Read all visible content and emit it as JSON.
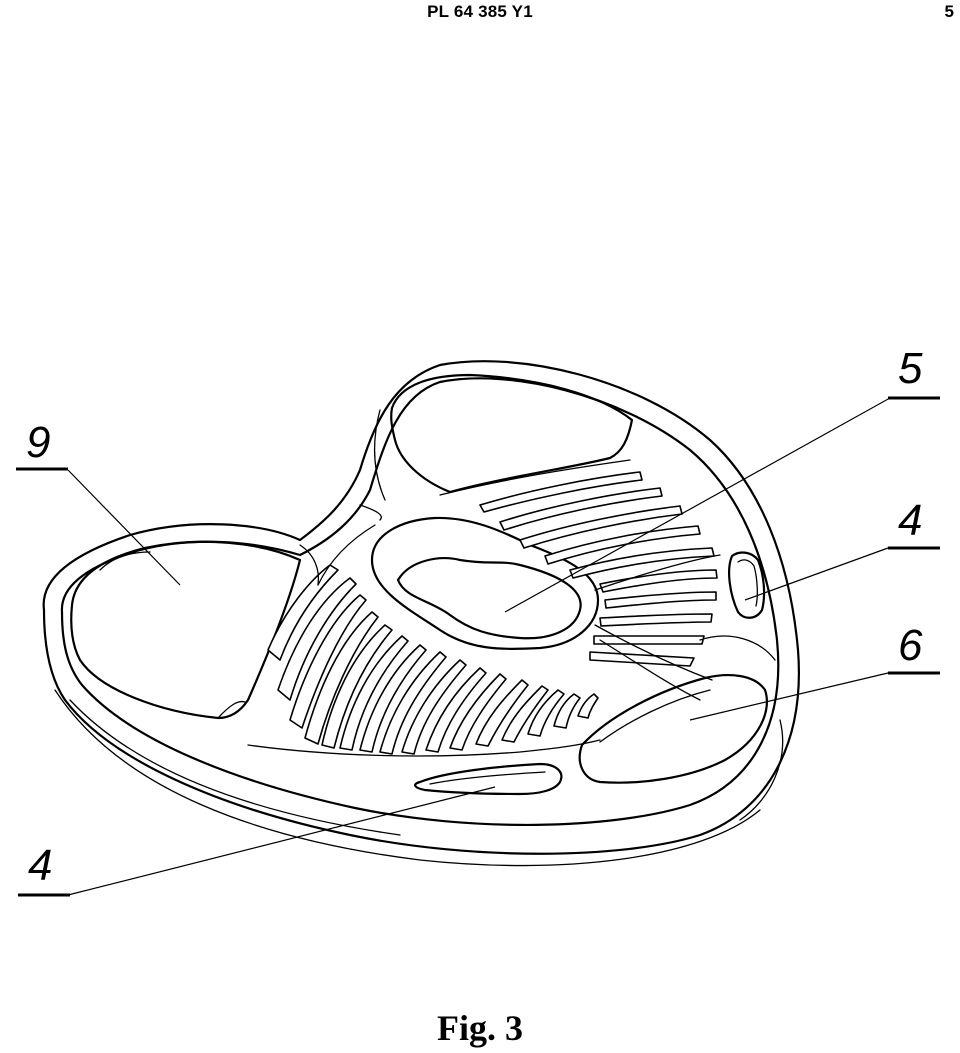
{
  "header": {
    "publication_number": "PL 64 385 Y1",
    "page_number": "5"
  },
  "figure": {
    "caption": "Fig. 3",
    "reference_labels": {
      "label_9": "9",
      "label_5": "5",
      "label_4_right": "4",
      "label_6": "6",
      "label_4_bottom": "4"
    }
  }
}
